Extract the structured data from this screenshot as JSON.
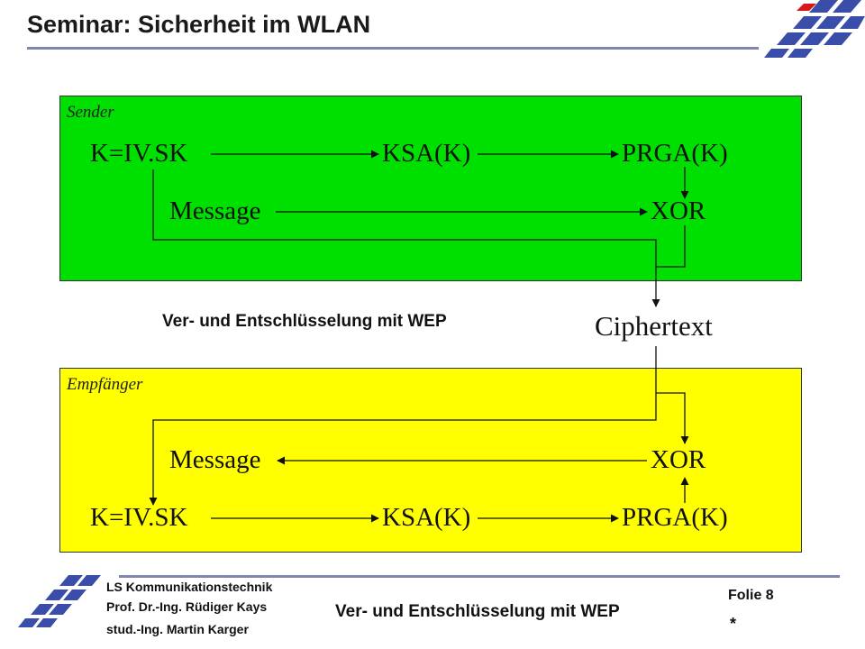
{
  "header": {
    "title": "Seminar: Sicherheit im WLAN"
  },
  "sender": {
    "label": "Sender",
    "key": "K=IV.SK",
    "ksa": "KSA(K)",
    "prga": "PRGA(K)",
    "message": "Message",
    "xor": "XOR"
  },
  "middle": {
    "caption": "Ver- und Entschlüsselung mit WEP",
    "ciphertext": "Ciphertext"
  },
  "receiver": {
    "label": "Empfänger",
    "message": "Message",
    "xor": "XOR",
    "key": "K=IV.SK",
    "ksa": "KSA(K)",
    "prga": "PRGA(K)"
  },
  "footer": {
    "line1": "LS Kommunikationstechnik",
    "line2": "Prof. Dr.-Ing. Rüdiger Kays",
    "line3": "stud.-Ing. Martin Karger",
    "center": "Ver- und Entschlüsselung mit WEP",
    "slide": "Folie 8",
    "star": "*"
  },
  "colors": {
    "sender_bg": "#00e000",
    "receiver_bg": "#ffff00",
    "rule": "#7f87b0",
    "logo": "#3a4da8"
  }
}
